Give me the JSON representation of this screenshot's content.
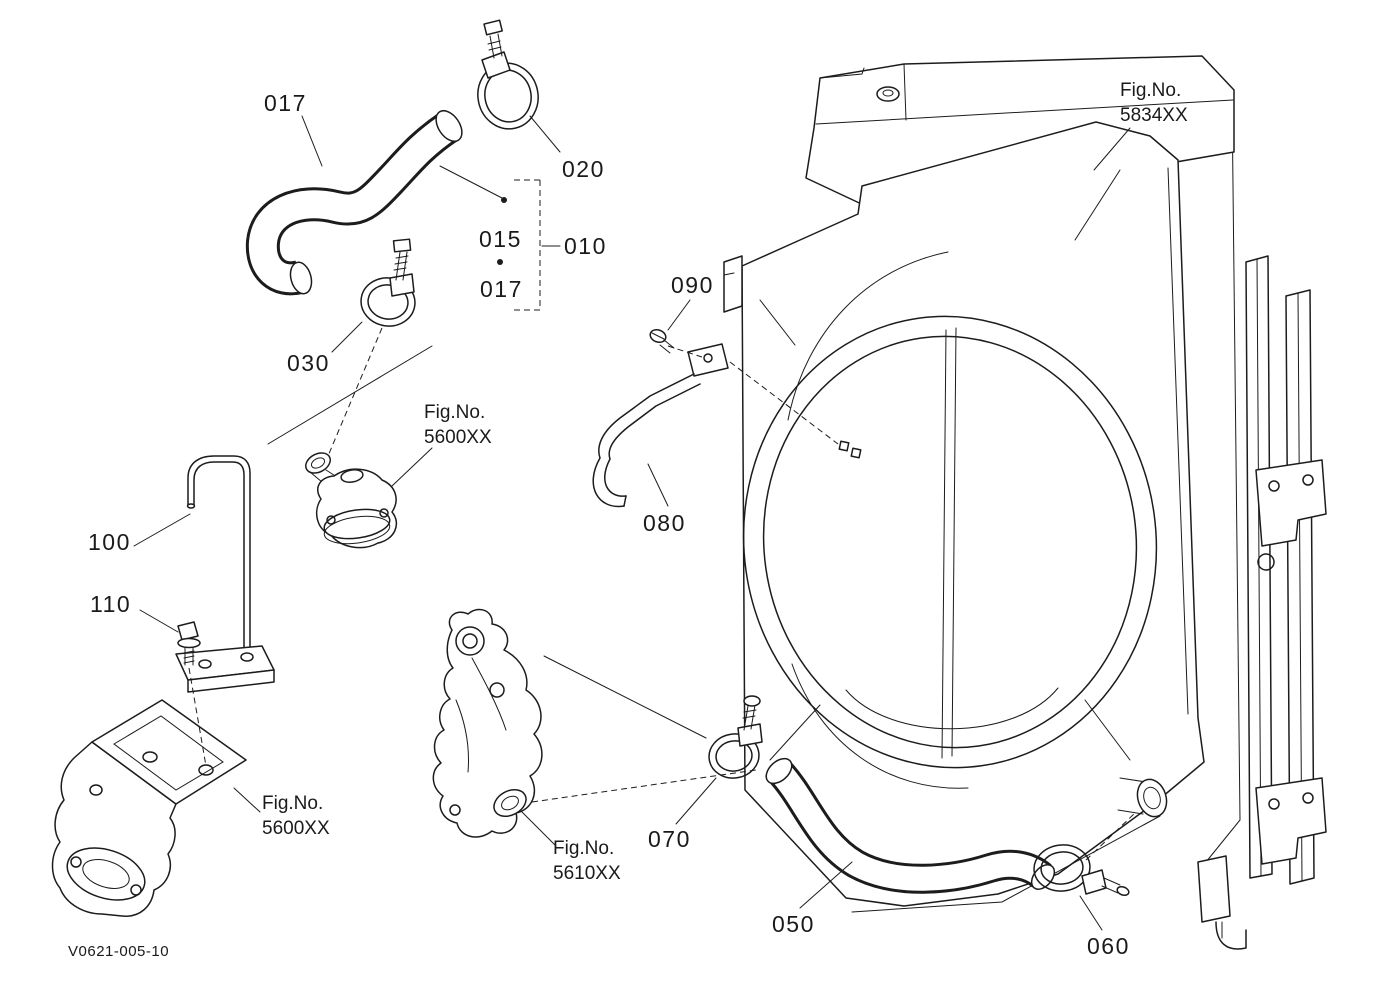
{
  "diagram": {
    "drawing_number": "V0621-005-10",
    "callouts": {
      "c017_top": "017",
      "c020": "020",
      "c015": "015",
      "c010": "010",
      "c017_mid": "017",
      "c030": "030",
      "c090": "090",
      "c080": "080",
      "c100": "100",
      "c110": "110",
      "c070": "070",
      "c050": "050",
      "c060": "060"
    },
    "figure_references": {
      "radiator": {
        "prefix": "Fig.No.",
        "number": "5834XX"
      },
      "thermostat": {
        "prefix": "Fig.No.",
        "number": "5600XX"
      },
      "water_flange": {
        "prefix": "Fig.No.",
        "number": "5600XX"
      },
      "water_pump": {
        "prefix": "Fig.No.",
        "number": "5610XX"
      }
    }
  }
}
